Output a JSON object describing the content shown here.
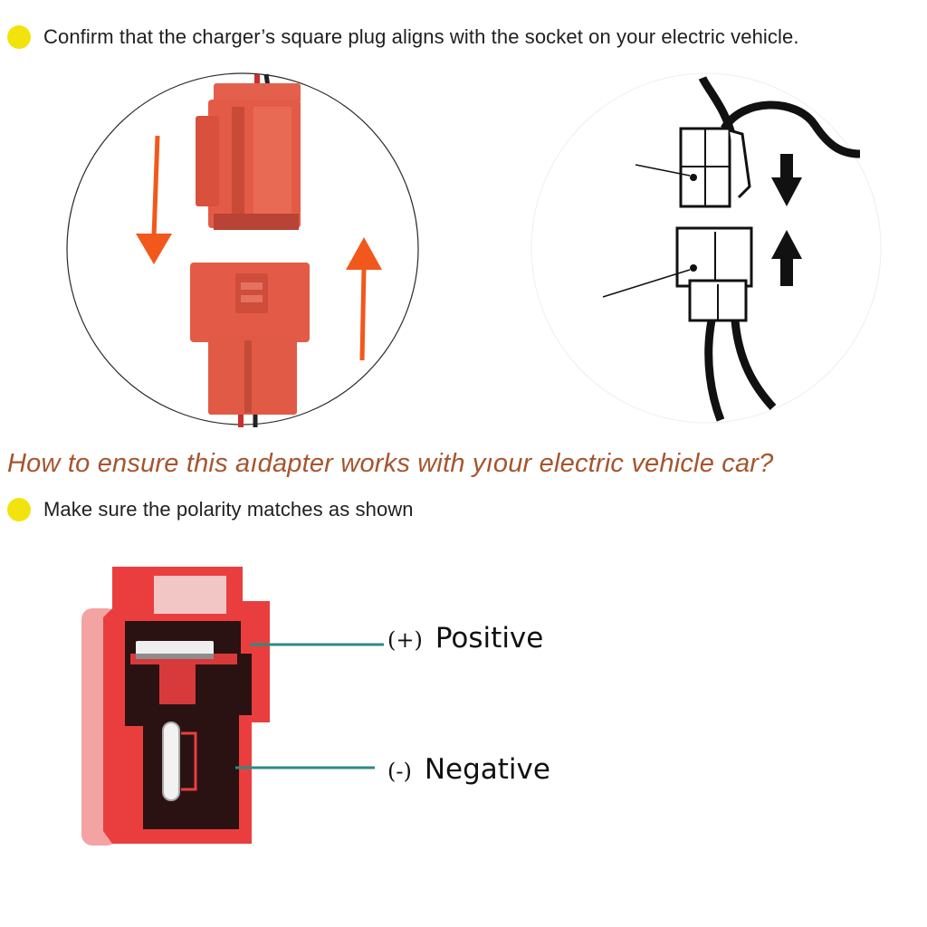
{
  "colors": {
    "bullet": "#f3e30d",
    "heading": "#a5552e",
    "connector_red": "#e85a45",
    "arrow_orange": "#f2581c",
    "teal_line": "#2f8a83",
    "housing_red": "#ea3e3e"
  },
  "step1": {
    "text": "Confirm that the charger’s square plug aligns with the socket on your electric vehicle."
  },
  "heading": {
    "text": "How to ensure this aıdapter works with yıour electric vehicle car?"
  },
  "step2": {
    "text": "Make sure the polarity matches as shown"
  },
  "polarity": {
    "positive": {
      "sign": "(+)",
      "label": "Positive"
    },
    "negative": {
      "sign": "(-)",
      "label": "Negative"
    }
  },
  "icons": {
    "arrow_down": "arrow-down-icon",
    "arrow_up": "arrow-up-icon"
  }
}
